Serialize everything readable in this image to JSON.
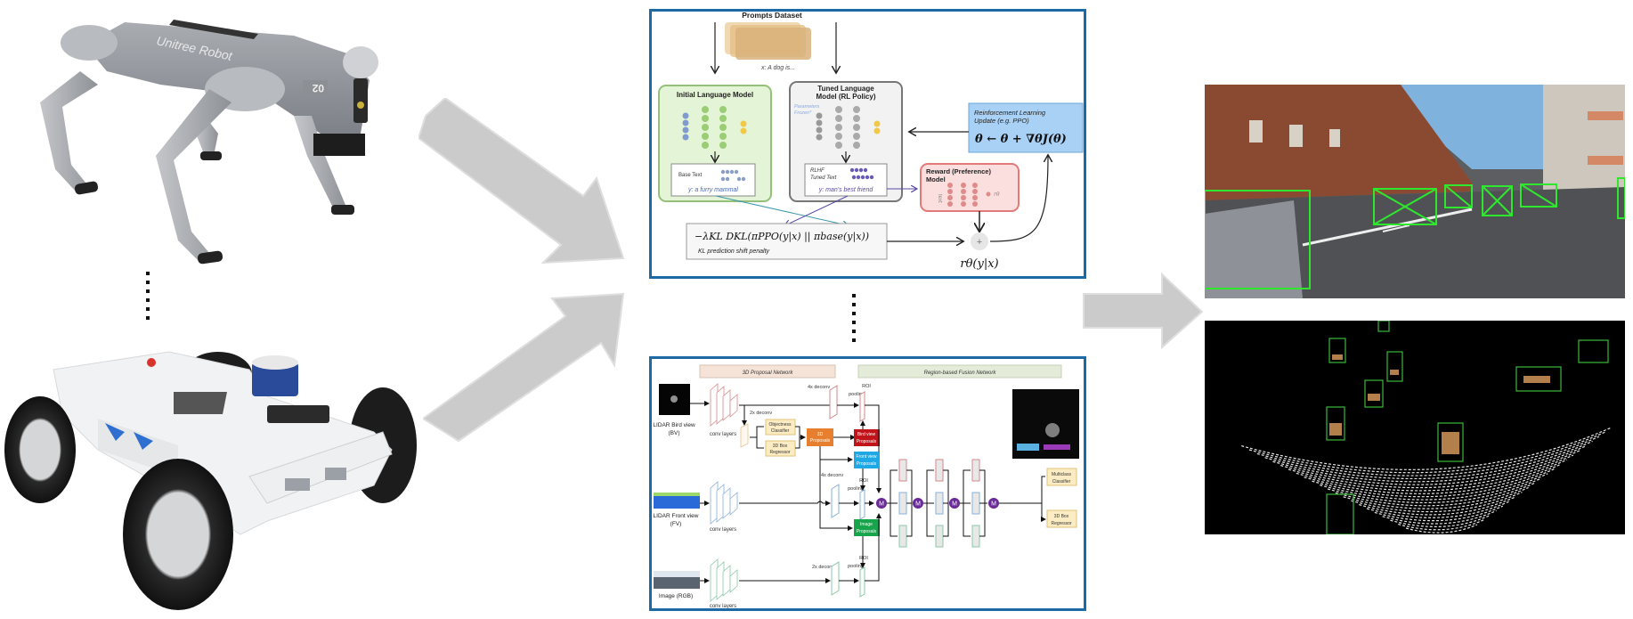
{
  "title": "Robot platforms to RL-tuned models and multi-view 3D object detection pipeline",
  "colors": {
    "frame": "#1b6aa5",
    "arrow": "#cbcbcb",
    "detection_box": "#2ee82e",
    "initial_model_bg": "#e4f4d6",
    "tuned_model_bg": "#f2f2f2",
    "reward_model_bg": "#fbdede",
    "rl_update_bg": "#a9d1f5"
  },
  "robots": [
    {
      "name": "quadruped-robot",
      "brand_text": "Unitree Robot",
      "model_text": "02"
    },
    {
      "name": "wheeled-lidar-robot"
    }
  ],
  "rlhf_diagram": {
    "prompts_title": "Prompts Dataset",
    "prompt_example": "x: A dog is...",
    "initial_model_title": "Initial Language Model",
    "base_text_label": "Base Text",
    "base_output": "y: a furry mammal",
    "tuned_model_title_line1": "Tuned Language",
    "tuned_model_title_line2": "Model (RL Policy)",
    "frozen_note_line1": "Parameters",
    "frozen_note_line2": "Frozen*",
    "rlhf_label_line1": "RLHF",
    "rlhf_label_line2": "Tuned Text",
    "tuned_output": "y: man's best friend",
    "reward_title_line1": "Reward (Preference)",
    "reward_title_line2": "Model",
    "reward_text_input": "text",
    "reward_output": "rθ",
    "rl_update_line1": "Reinforcement Learning",
    "rl_update_line2": "Update (e.g. PPO)",
    "rl_update_formula": "θ ← θ + ∇θJ(θ)",
    "kl_formula": "−λKL DKL(πPPO(y|x) || πbase(y|x))",
    "kl_caption": "KL prediction shift penalty",
    "sum_symbol": "+",
    "reward_formula": "rθ(y|x)"
  },
  "mv3d_diagram": {
    "proposal_network_title": "3D Proposal Network",
    "fusion_network_title": "Region-based Fusion Network",
    "inputs": [
      {
        "label_line1": "LIDAR Bird view",
        "label_line2": "(BV)"
      },
      {
        "label_line1": "LIDAR Front view",
        "label_line2": "(FV)"
      },
      {
        "label_line1": "Image (RGB)",
        "label_line2": ""
      }
    ],
    "conv_layers_label": "conv layers",
    "deconv_2x": "2x deconv",
    "deconv_4x": "4x deconv",
    "roi_pooling_line1": "ROI",
    "roi_pooling_line2": "pooling",
    "objectness_line1": "Objectness",
    "objectness_line2": "Classifier",
    "box_regressor_line1": "3D Box",
    "box_regressor_line2": "Regressor",
    "proposals_line1": "3D",
    "proposals_line2": "Proposals",
    "bv_proposals_line1": "Bird view",
    "bv_proposals_line2": "Proposals",
    "fv_proposals_line1": "Front view",
    "fv_proposals_line2": "Proposals",
    "img_proposals_line1": "Image",
    "img_proposals_line2": "Proposals",
    "merge_symbol": "M",
    "multiclass_line1": "Multiclass",
    "multiclass_line2": "Classifier",
    "final_box_line1": "3D Box",
    "final_box_line2": "Regressor"
  },
  "outputs": [
    {
      "name": "camera-3d-detections"
    },
    {
      "name": "lidar-point-cloud-detections"
    }
  ]
}
